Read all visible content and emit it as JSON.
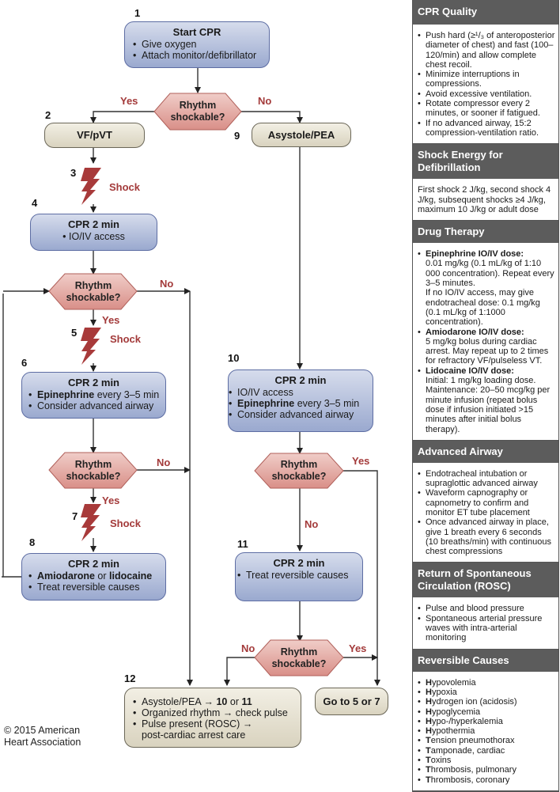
{
  "flowchart": {
    "step_numbers": [
      "1",
      "2",
      "3",
      "4",
      "5",
      "6",
      "7",
      "8",
      "9",
      "10",
      "11",
      "12"
    ],
    "start": {
      "title": "Start CPR",
      "items": [
        "Give oxygen",
        "Attach monitor/defibrillator"
      ]
    },
    "decision_label": [
      "Rhythm",
      "shockable?"
    ],
    "yes": "Yes",
    "no": "No",
    "shock": "Shock",
    "vf_pvt": "VF/pVT",
    "asystole_pea": "Asystole/PEA",
    "box4": {
      "title": "CPR 2 min",
      "items": [
        "IO/IV access"
      ]
    },
    "box6": {
      "title": "CPR 2 min",
      "item1_bold": "Epinephrine",
      "item1_rest": " every 3–5 min",
      "item2": "Consider advanced airway"
    },
    "box8": {
      "title": "CPR 2 min",
      "item1_bold_a": "Amiodarone",
      "item1_mid": " or ",
      "item1_bold_b": "lidocaine",
      "item2": "Treat reversible causes"
    },
    "box10": {
      "title": "CPR 2 min",
      "item1": "IO/IV access",
      "item2_bold": "Epinephrine",
      "item2_rest": " every 3–5 min",
      "item3": "Consider advanced airway"
    },
    "box11": {
      "title": "CPR 2 min",
      "items": [
        "Treat reversible causes"
      ]
    },
    "box12": {
      "item1_pre": "Asystole/PEA → ",
      "item1_b1": "10",
      "item1_mid": " or ",
      "item1_b2": "11",
      "item2": "Organized rhythm → check pulse",
      "item3a": "Pulse present (ROSC) →",
      "item3b": "post-cardiac arrest care"
    },
    "goto": "Go to 5 or 7"
  },
  "copyright": [
    "© 2015 American",
    "Heart Association"
  ],
  "panel": {
    "cpr_quality": {
      "title": "CPR Quality",
      "items": [
        "Push hard (≥¹/₃ of anteroposterior diameter of chest) and fast (100–120/min) and allow complete chest recoil.",
        "Minimize interruptions in compressions.",
        "Avoid excessive ventilation.",
        "Rotate compressor every 2 minutes, or sooner if fatigued.",
        "If no advanced airway, 15:2 compression-ventilation ratio."
      ]
    },
    "shock_energy": {
      "title": "Shock Energy for Defibrillation",
      "text": "First shock 2 J/kg, second shock 4 J/kg, subsequent shocks ≥4 J/kg, maximum 10 J/kg or adult dose"
    },
    "drug_therapy": {
      "title": "Drug Therapy",
      "items": [
        {
          "bold": "Epinephrine IO/IV dose:",
          "text": "0.01 mg/kg (0.1 mL/kg of 1:10 000 concentration). Repeat every 3–5 minutes.",
          "text2": "If no IO/IV access, may give endotracheal dose: 0.1 mg/kg (0.1 mL/kg of 1:1000 concentration)."
        },
        {
          "bold": "Amiodarone IO/IV dose:",
          "text": "5 mg/kg bolus during cardiac arrest. May repeat up to 2 times for refractory VF/pulseless VT."
        },
        {
          "bold": "Lidocaine IO/IV dose:",
          "text": "Initial: 1 mg/kg loading dose. Maintenance: 20–50 mcg/kg per minute infusion (repeat bolus dose if infusion initiated >15 minutes after initial bolus therapy)."
        }
      ]
    },
    "advanced_airway": {
      "title": "Advanced Airway",
      "items": [
        "Endotracheal intubation or supraglottic advanced airway",
        "Waveform capnography or capnometry to confirm and monitor ET tube placement",
        "Once advanced airway in place, give 1 breath every 6 seconds (10 breaths/min) with continuous chest compressions"
      ]
    },
    "rosc": {
      "title": "Return of Spontaneous Circulation (ROSC)",
      "items": [
        "Pulse and blood pressure",
        "Spontaneous arterial pressure waves with intra-arterial monitoring"
      ]
    },
    "reversible_causes": {
      "title": "Reversible Causes",
      "items": [
        {
          "b": "H",
          "t": "ypovolemia"
        },
        {
          "b": "H",
          "t": "ypoxia"
        },
        {
          "b": "H",
          "t": "ydrogen ion (acidosis)"
        },
        {
          "b": "H",
          "t": "ypoglycemia"
        },
        {
          "b": "H",
          "t": "ypo-/hyperkalemia"
        },
        {
          "b": "H",
          "t": "ypothermia"
        },
        {
          "b": "T",
          "t": "ension pneumothorax"
        },
        {
          "b": "T",
          "t": "amponade, cardiac"
        },
        {
          "b": "T",
          "t": "oxins"
        },
        {
          "b": "T",
          "t": "hrombosis, pulmonary"
        },
        {
          "b": "T",
          "t": "hrombosis, coronary"
        }
      ]
    }
  },
  "colors": {
    "box_blue_top": "#d6dcec",
    "box_blue_bottom": "#9aa9cf",
    "box_tan": "#e6e1d0",
    "decision_fill": "#e3a8a3",
    "decision_stroke": "#b0605a",
    "label_red": "#a33a3a",
    "panel_header": "#5c5c5c"
  }
}
